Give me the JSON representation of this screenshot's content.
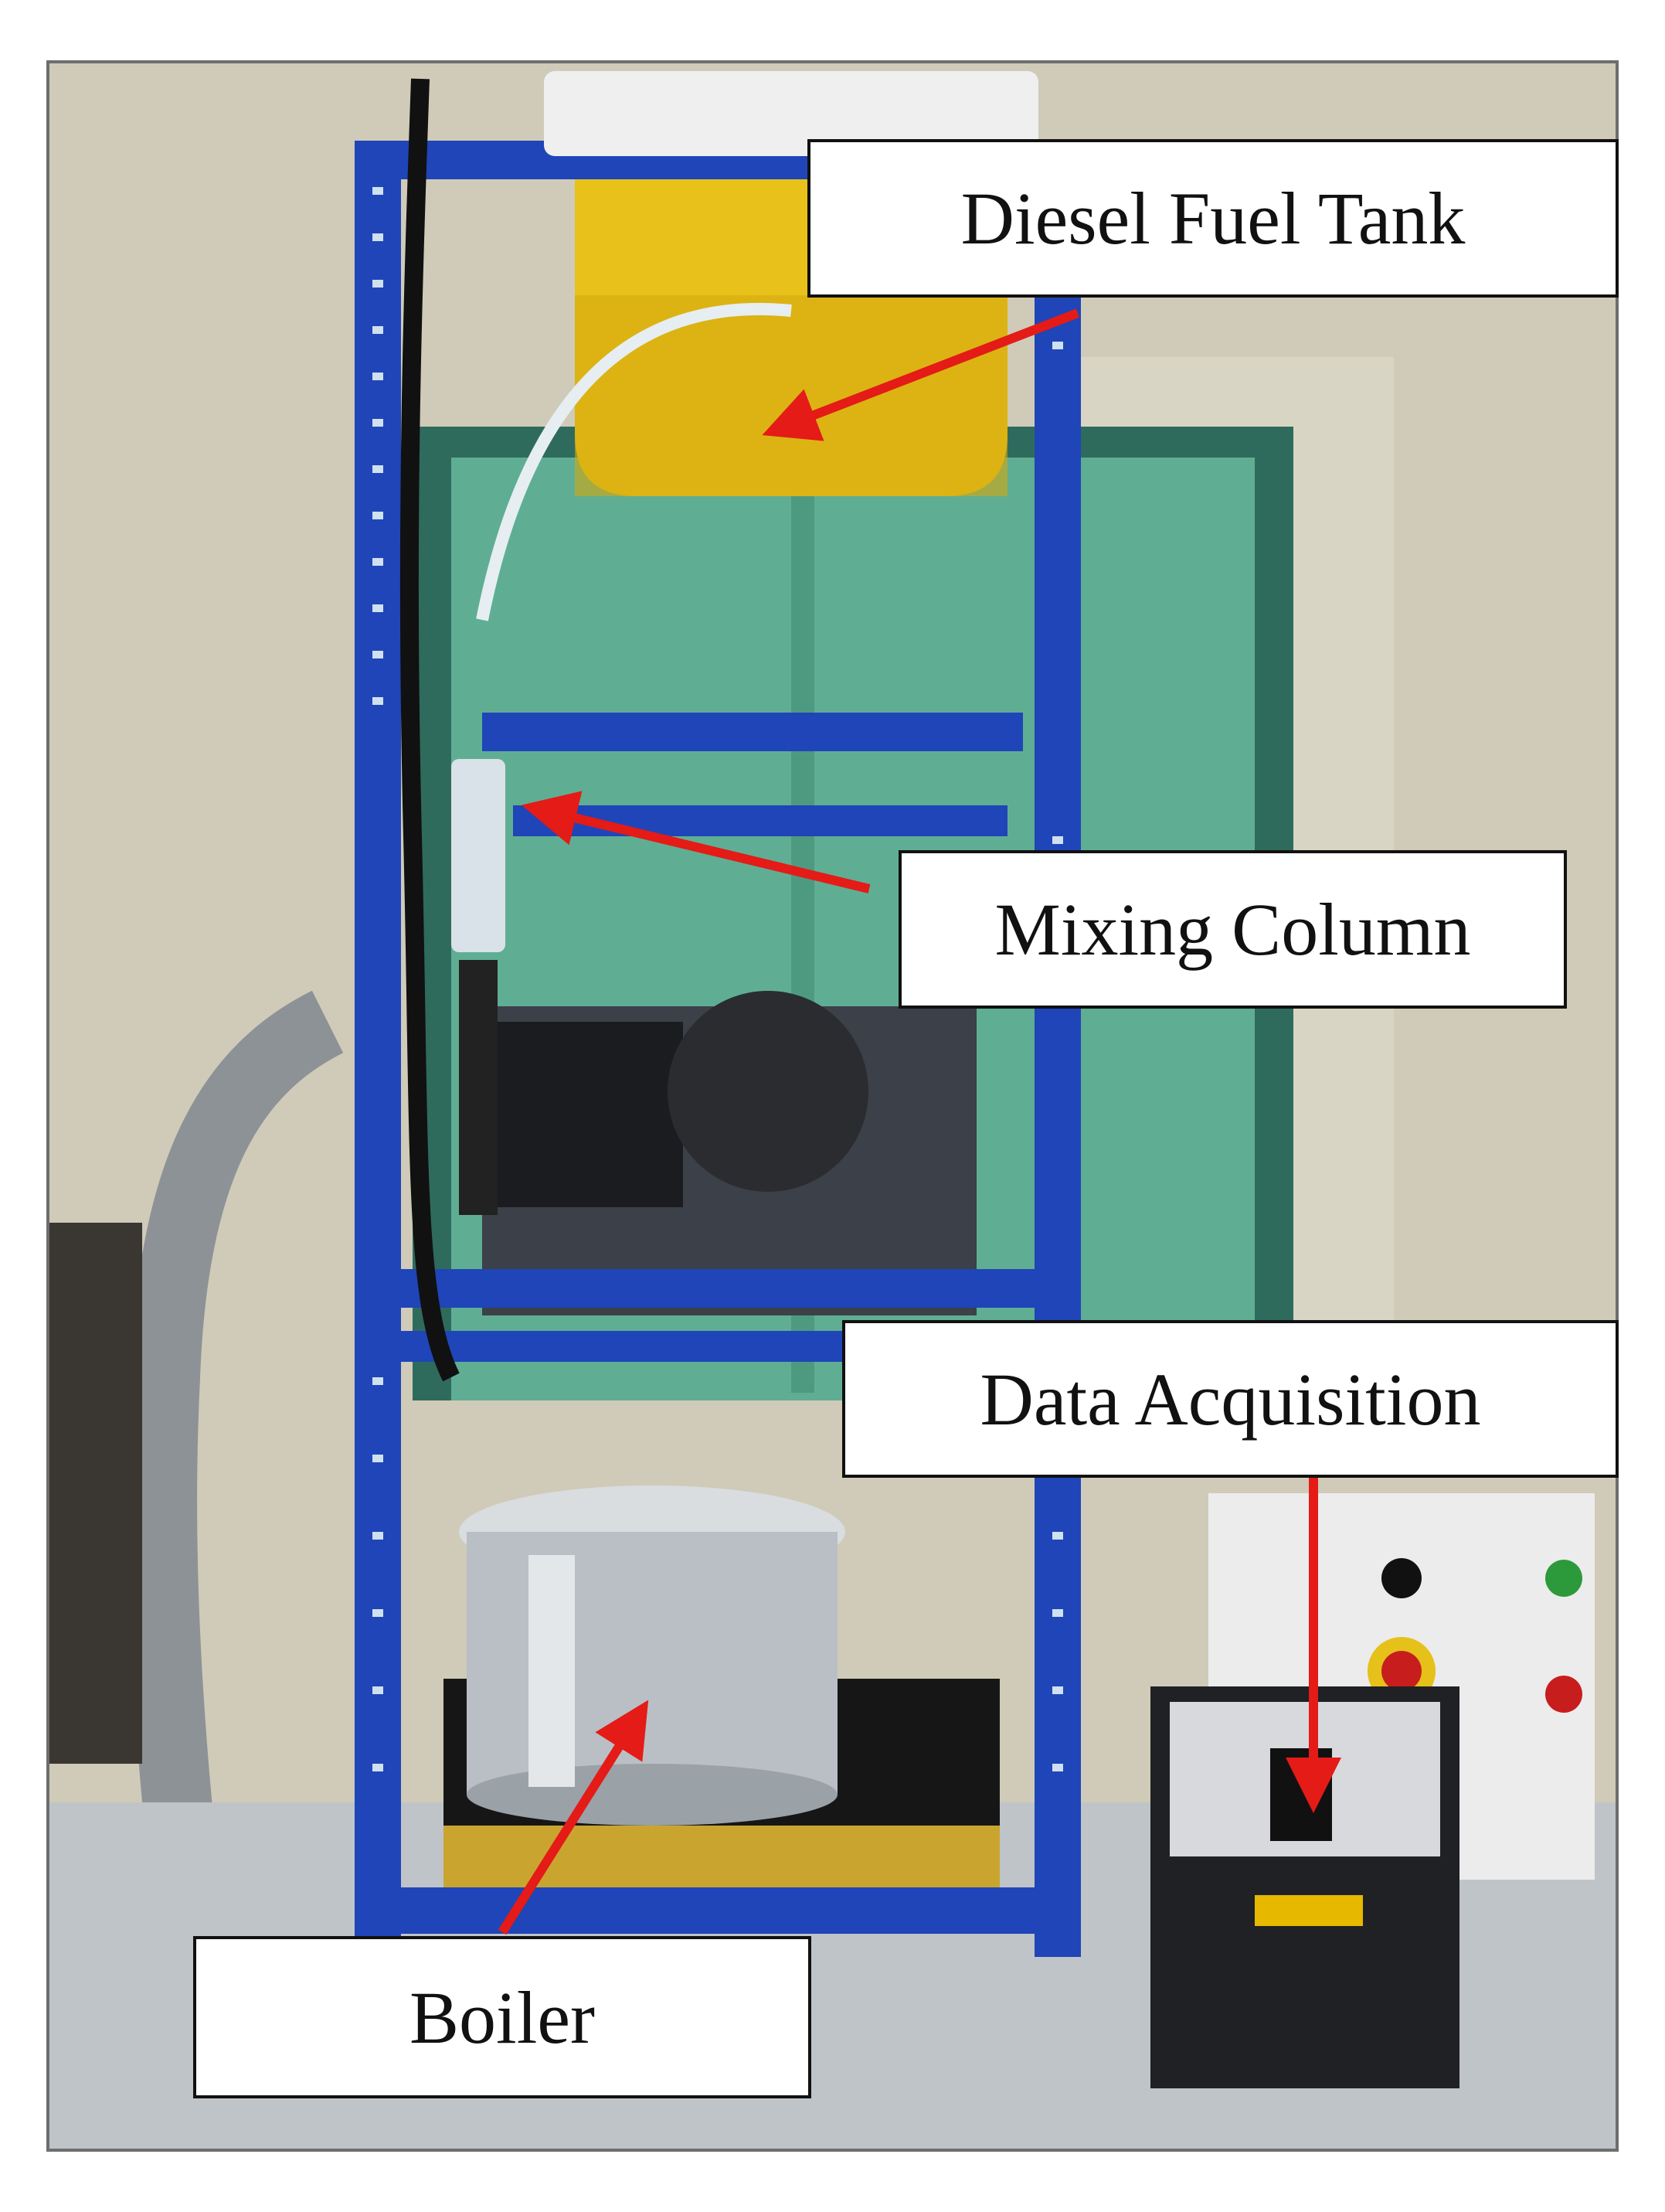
{
  "figure": {
    "labels": {
      "diesel_fuel_tank": "Diesel Fuel Tank",
      "mixing_column": "Mixing Column",
      "data_acquisition": "Data Acquisition",
      "boiler": "Boiler"
    }
  },
  "colors": {
    "frame_blue": "#1f45b8",
    "wall": "#cfcbb8",
    "door_green": "#5fae93",
    "fuel_yellow": "#e8c21a",
    "arrow_red": "#e41b17",
    "table": "#bfc4c8"
  },
  "icons": [
    "arrow-icon"
  ]
}
